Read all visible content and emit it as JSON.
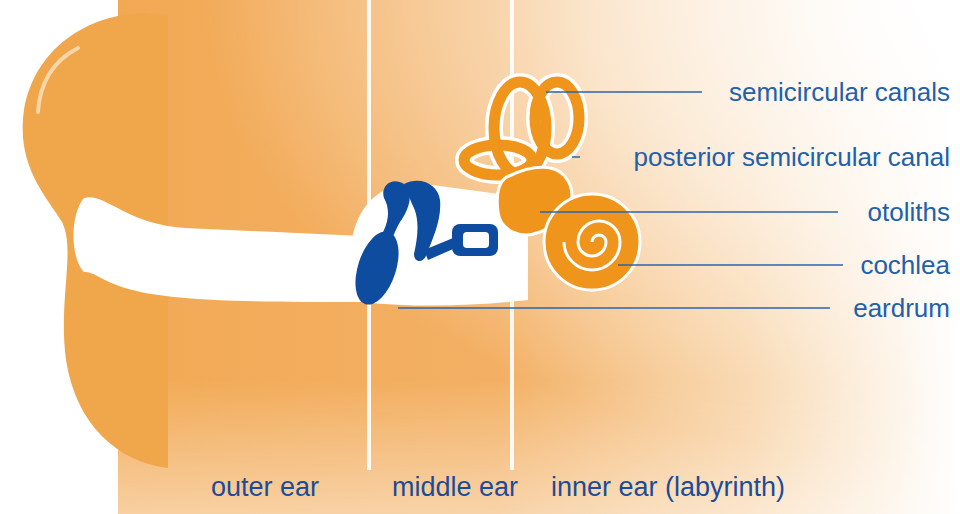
{
  "diagram": {
    "labels": [
      "semicircular canals",
      "posterior semicircular canal",
      "otoliths",
      "cochlea",
      "eardrum",
      "outer ear",
      "middle ear",
      "inner ear (labyrinth)"
    ]
  }
}
